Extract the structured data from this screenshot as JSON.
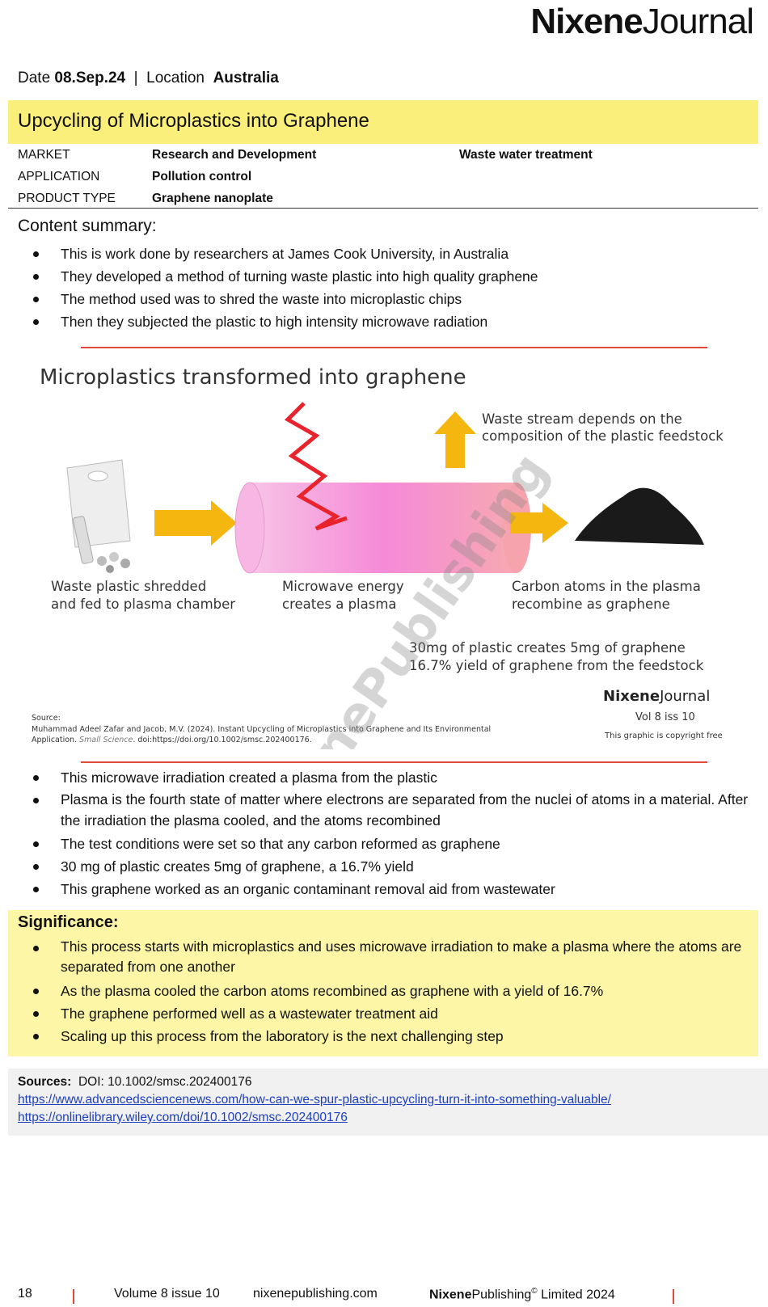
{
  "header": {
    "logo_bold": "Nixene",
    "logo_light": "Journal",
    "date_label": "Date",
    "date": "08.Sep.24",
    "separator": "|",
    "location_label": "Location",
    "location": "Australia"
  },
  "title": "Upcycling of Microplastics into Graphene",
  "meta": [
    {
      "key": "MARKET",
      "value": "Research and Development",
      "value2": "Waste water treatment"
    },
    {
      "key": "APPLICATION",
      "value": "Pollution control"
    },
    {
      "key": "PRODUCT TYPE",
      "value": "Graphene nanoplate"
    }
  ],
  "summary": {
    "heading": "Content summary:",
    "bullets": [
      "This is work done by researchers at James Cook University, in Australia",
      "They developed a method of turning waste plastic into high quality graphene",
      "The method used was to shred the waste into microplastic chips",
      "Then they subjected the plastic to high intensity microwave radiation"
    ]
  },
  "figure": {
    "title": "Microplastics transformed into graphene",
    "waste_stream": [
      "Waste stream depends on the",
      "composition of the plastic feedstock"
    ],
    "step1": [
      "Waste plastic shredded",
      "and fed to plasma chamber"
    ],
    "step2": [
      "Microwave energy",
      "creates a plasma"
    ],
    "step3": [
      "Carbon atoms in the plasma",
      "recombine as graphene"
    ],
    "yield": [
      "30mg of plastic creates 5mg of graphene",
      "16.7% yield of graphene from the feedstock"
    ],
    "brand_bold": "Nixene",
    "brand_light": "Journal",
    "vol": "Vol 8  iss 10",
    "copyright": "This graphic is copyright free",
    "source_label": "Source:",
    "source_line1": "Muhammad Adeel Zafar and Jacob, M.V. (2024). Instant Upcycling of Microplastics into Graphene and Its Environmental",
    "source_line2a": "Application. ",
    "source_journal": "Small Science",
    "source_line2b": ". doi:https://doi.org/10.1002/smsc.202400176.",
    "watermark": "NixenePublishing"
  },
  "details": [
    "This microwave irradiation created a plasma from the plastic",
    "Plasma is the fourth state of matter where electrons are separated from the nuclei of atoms in a material.  After the irradiation the plasma cooled, and the atoms recombined",
    "The test conditions were set so that any carbon reformed as graphene",
    "30 mg of plastic creates 5mg of graphene, a 16.7% yield",
    "This graphene worked as an organic contaminant removal aid  from wastewater"
  ],
  "significance": {
    "heading": "Significance:",
    "bullets": [
      "This process starts with microplastics and uses microwave irradiation to make a plasma where the atoms are separated from one another",
      "As the plasma cooled the carbon atoms recombined as graphene with a yield of 16.7%",
      "The graphene performed well as a wastewater treatment aid",
      "Scaling up this process from the laboratory is the next challenging step"
    ]
  },
  "sources": {
    "label": "Sources:",
    "doi": "DOI: 10.1002/smsc.202400176",
    "links": [
      "https://www.advancedsciencenews.com/how-can-we-spur-plastic-upcycling-turn-it-into-something-valuable/",
      "https://onlinelibrary.wiley.com/doi/10.1002/smsc.202400176"
    ]
  },
  "footer": {
    "page": "18",
    "volume": "Volume 8 issue 10",
    "site": "nixenepublishing.com",
    "brand_bold": "Nixene",
    "brand_rest": "Publishing",
    "copyright_mark": "©",
    "rest": " Limited 2024"
  },
  "colors": {
    "highlight": "#fbef7c",
    "significance_bg": "#fdf6a6",
    "accent_red": "#e04a3a",
    "arrow": "#f5b60f"
  }
}
